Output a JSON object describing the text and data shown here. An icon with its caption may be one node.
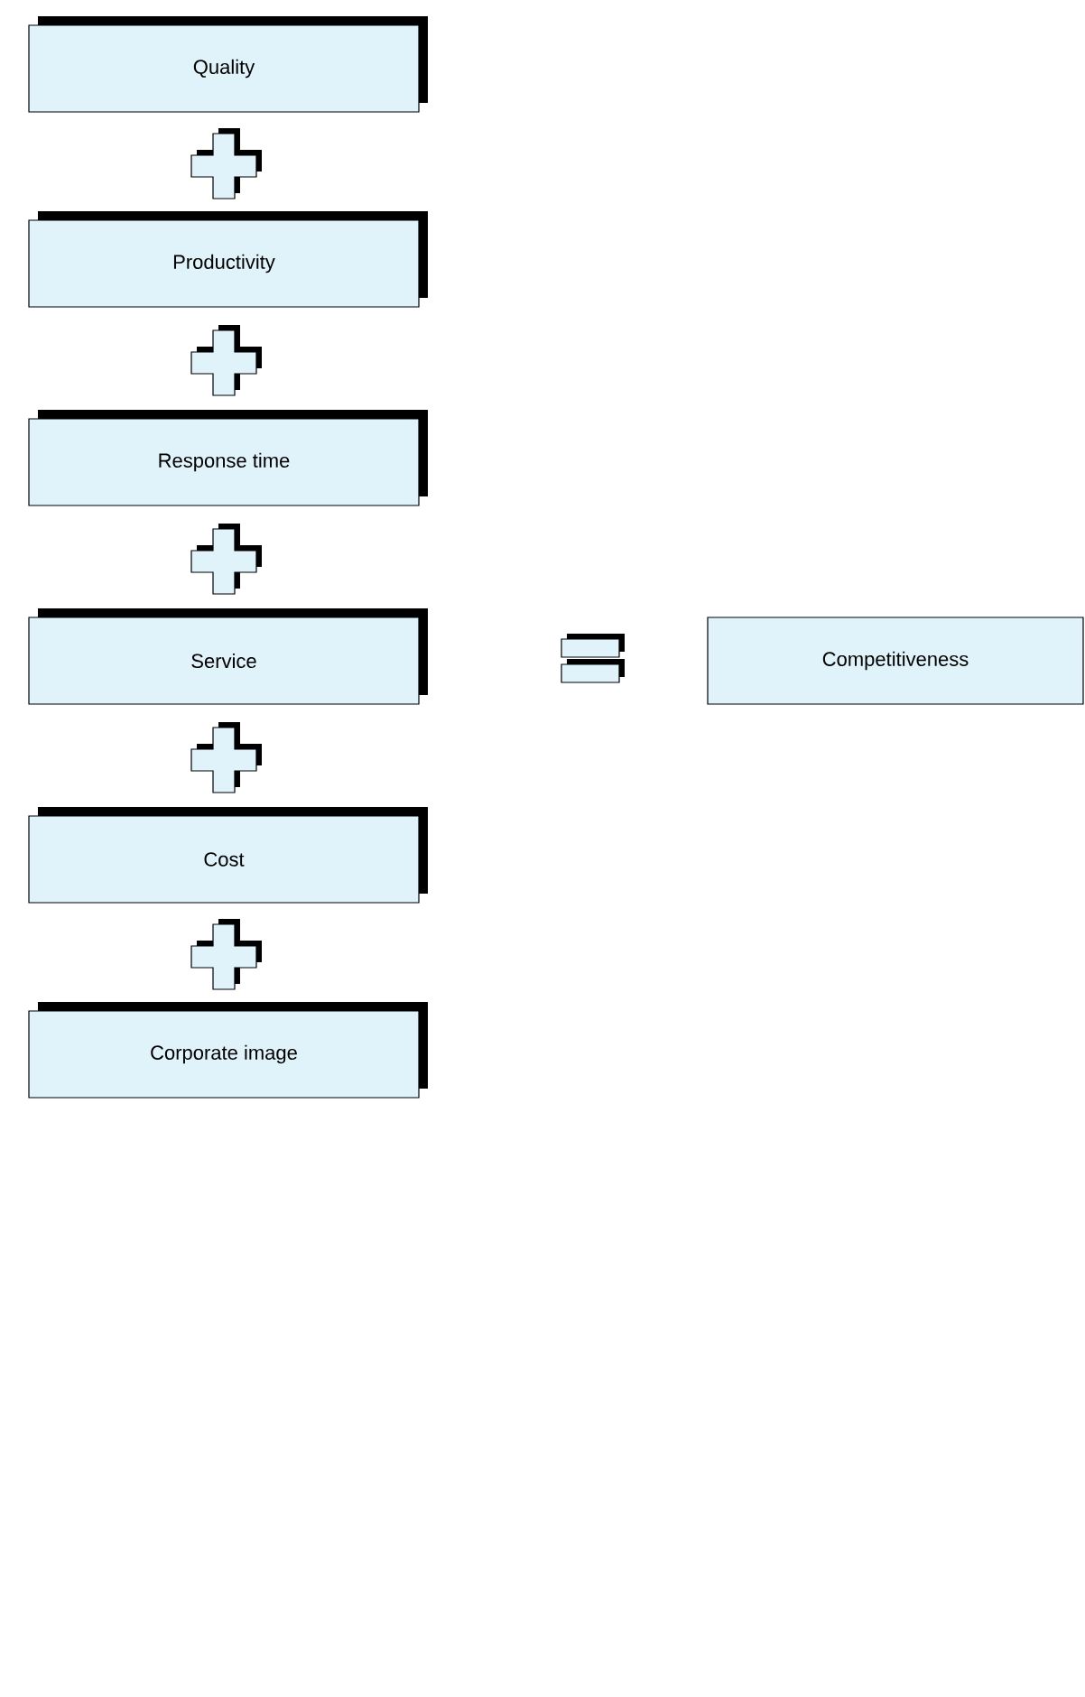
{
  "diagram": {
    "nodes": [
      {
        "text": [
          "Quality"
        ]
      },
      {
        "text": [
          "Productivity"
        ]
      },
      {
        "text": [
          "Response time"
        ]
      },
      {
        "text": [
          "Service"
        ]
      },
      {
        "text": [
          "Cost"
        ]
      },
      {
        "text": [
          "Corporate image"
        ]
      },
      {
        "text": [
          "Competitiveness"
        ]
      }
    ]
  }
}
